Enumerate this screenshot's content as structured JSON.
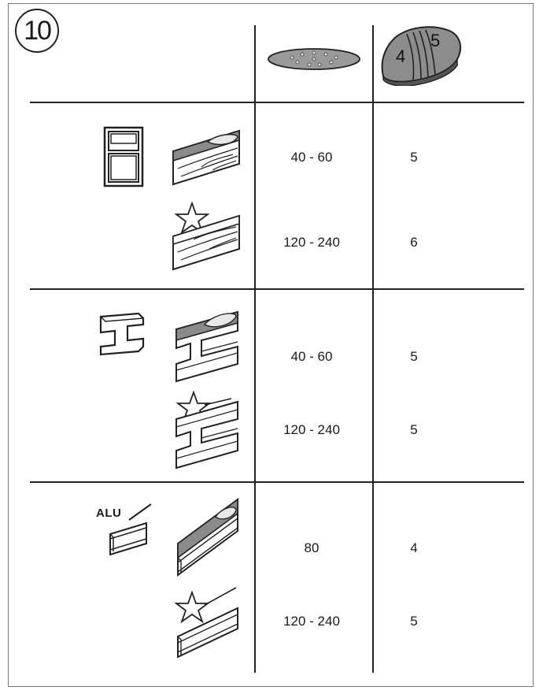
{
  "step": "10",
  "header": {
    "col2_icon": "sanding-pad-icon",
    "col3_icon": "speed-dial-icon",
    "dial_numbers": [
      "4",
      "5"
    ]
  },
  "sections": [
    {
      "material_icon": "window-frame-icon",
      "rows": [
        {
          "surface_icon": "wood-rough-icon",
          "grit": "40 - 60",
          "speed": "5"
        },
        {
          "surface_icon": "wood-fine-icon",
          "grit": "120 - 240",
          "speed": "6"
        }
      ]
    },
    {
      "material_icon": "steel-beam-icon",
      "rows": [
        {
          "surface_icon": "metal-rough-icon",
          "grit": "40 - 60",
          "speed": "5"
        },
        {
          "surface_icon": "metal-fine-icon",
          "grit": "120 - 240",
          "speed": "5"
        }
      ]
    },
    {
      "material_icon": "aluminium-profile-icon",
      "material_label": "ALU",
      "rows": [
        {
          "surface_icon": "alu-rough-icon",
          "grit": "80",
          "speed": "4"
        },
        {
          "surface_icon": "alu-fine-icon",
          "grit": "120 - 240",
          "speed": "5"
        }
      ]
    }
  ]
}
